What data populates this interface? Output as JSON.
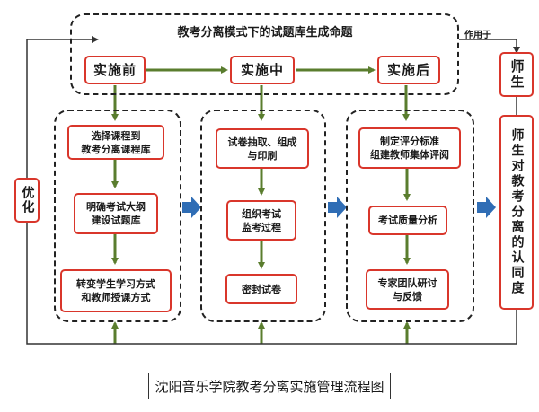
{
  "title": "教考分离模式下的试题库生成命题",
  "used_for_label": "作用于",
  "optimize_label": "优化",
  "phases": [
    "实施前",
    "实施中",
    "实施后"
  ],
  "teachers_label": "师生",
  "side_label": "师生对教考分离的认同度",
  "column_before": [
    "选择课程到\n教考分离课程库",
    "明确考试大纲\n建设试题库",
    "转变学生学习方式\n和教师授课方式"
  ],
  "column_during": [
    "试卷抽取、组成\n与印刷",
    "组织考试\n监考过程",
    "密封试卷"
  ],
  "column_after": [
    "制定评分标准\n组建教师集体评阅",
    "考试质量分析",
    "专家团队研讨\n与反馈"
  ],
  "caption": "沈阳音乐学院教考分离实施管理流程图",
  "colors": {
    "box_border": "#d9362b",
    "green_arrow": "#5a7d2e",
    "blue_arrow": "#2f6db5",
    "line": "#333333"
  }
}
